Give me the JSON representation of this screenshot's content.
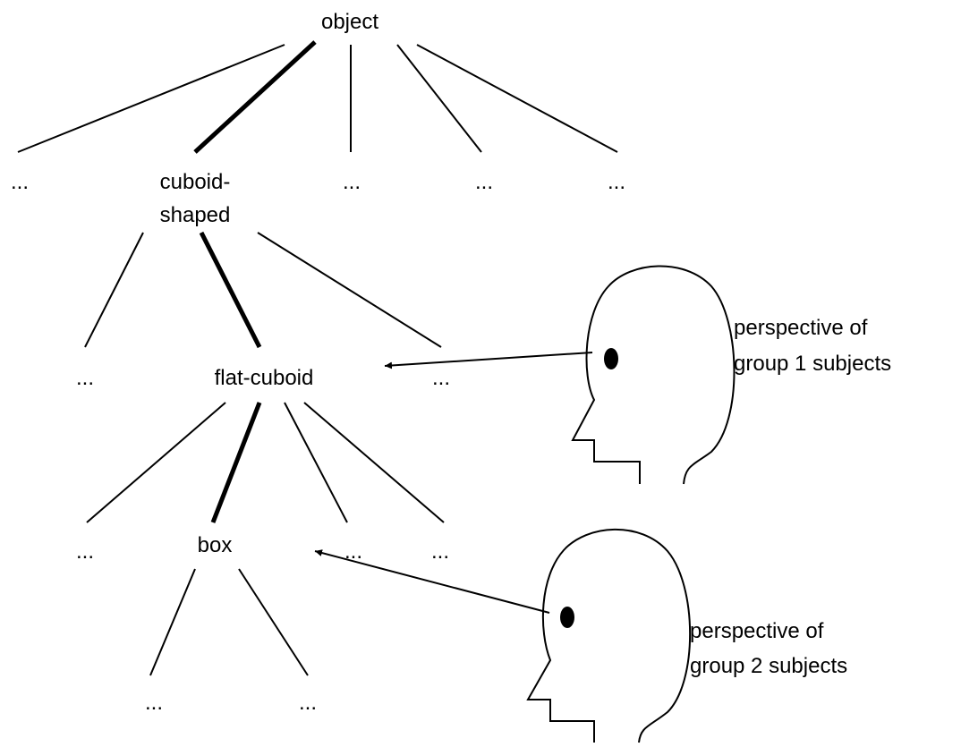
{
  "nodes": {
    "object": "object",
    "cuboid_line1": "cuboid-",
    "cuboid_line2": "shaped",
    "flat_cuboid": "flat-cuboid",
    "box": "box",
    "ellipsis": "..."
  },
  "perspectives": {
    "group1_line1": "perspective of",
    "group1_line2": "group 1 subjects",
    "group2_line1": "perspective of",
    "group2_line2": "group 2 subjects"
  },
  "icons": [
    "head-profile-icon",
    "arrow-icon"
  ],
  "colors": {
    "ink": "#000000",
    "background": "#ffffff"
  }
}
